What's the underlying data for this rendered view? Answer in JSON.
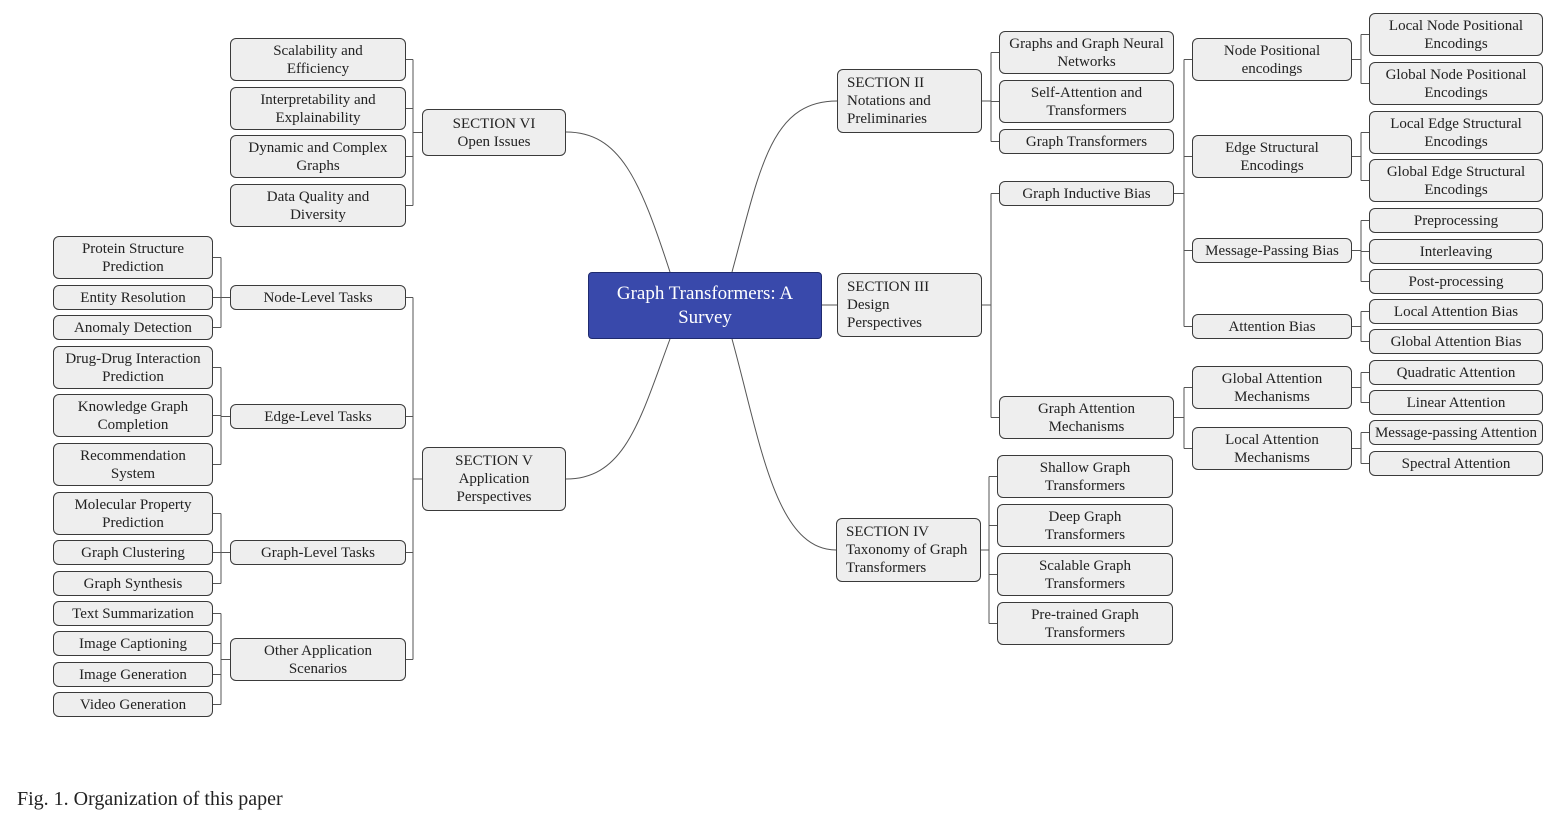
{
  "root": "Graph Transformers: A\nSurvey",
  "s2": {
    "title": "SECTION II\nNotations and\nPreliminaries",
    "items": [
      "Graphs and Graph Neural\nNetworks",
      "Self-Attention and\nTransformers",
      "Graph Transformers"
    ]
  },
  "s3": {
    "title": "SECTION III\nDesign\nPerspectives",
    "inductive_bias": {
      "label": "Graph Inductive Bias",
      "groups": [
        {
          "label": "Node Positional\nencodings",
          "items": [
            "Local Node Positional\nEncodings",
            "Global Node Positional\nEncodings"
          ]
        },
        {
          "label": "Edge Structural\nEncodings",
          "items": [
            "Local Edge Structural\nEncodings",
            "Global Edge Structural\nEncodings"
          ]
        },
        {
          "label": "Message-Passing Bias",
          "items": [
            "Preprocessing",
            "Interleaving",
            "Post-processing"
          ]
        },
        {
          "label": "Attention Bias",
          "items": [
            "Local Attention Bias",
            "Global Attention Bias"
          ]
        }
      ]
    },
    "attention": {
      "label": "Graph Attention\nMechanisms",
      "groups": [
        {
          "label": "Global Attention\nMechanisms",
          "items": [
            "Quadratic Attention",
            "Linear Attention"
          ]
        },
        {
          "label": "Local Attention\nMechanisms",
          "items": [
            "Message-passing Attention",
            "Spectral Attention"
          ]
        }
      ]
    }
  },
  "s4": {
    "title": "SECTION IV\nTaxonomy of Graph\nTransformers",
    "items": [
      "Shallow Graph\nTransformers",
      "Deep Graph\nTransformers",
      "Scalable Graph\nTransformers",
      "Pre-trained Graph\nTransformers"
    ]
  },
  "s6": {
    "title": "SECTION VI\nOpen Issues",
    "items": [
      "Scalability and\nEfficiency",
      "Interpretability and\nExplainability",
      "Dynamic and Complex\nGraphs",
      "Data Quality and\nDiversity"
    ]
  },
  "s5": {
    "title": "SECTION V\nApplication\nPerspectives",
    "groups": [
      {
        "label": "Node-Level Tasks",
        "items": [
          "Protein Structure\nPrediction",
          "Entity Resolution",
          "Anomaly Detection"
        ]
      },
      {
        "label": "Edge-Level Tasks",
        "items": [
          "Drug-Drug Interaction\nPrediction",
          "Knowledge Graph\nCompletion",
          "Recommendation\nSystem"
        ]
      },
      {
        "label": "Graph-Level Tasks",
        "items": [
          "Molecular Property\nPrediction",
          "Graph Clustering",
          "Graph Synthesis"
        ]
      },
      {
        "label": "Other Application\nScenarios",
        "items": [
          "Text Summarization",
          "Image Captioning",
          "Image Generation",
          "Video Generation"
        ]
      }
    ]
  },
  "caption": "Fig. 1.  Organization of this paper",
  "colors": {
    "root_fill": "#3949ab",
    "node_fill": "#eeeeee",
    "border": "#3a3a3a"
  }
}
